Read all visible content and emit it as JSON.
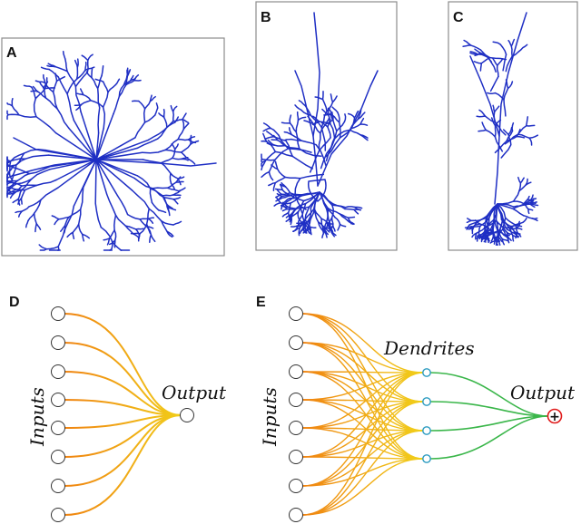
{
  "panels": {
    "a": {
      "label": "A"
    },
    "b": {
      "label": "B"
    },
    "c": {
      "label": "C"
    },
    "d": {
      "label": "D",
      "inputs_label": "Inputs",
      "output_label": "Output",
      "input_count": 8
    },
    "e": {
      "label": "E",
      "inputs_label": "Inputs",
      "dendrites_label": "Dendrites",
      "output_label": "Output",
      "input_count": 8,
      "dendrite_count": 4,
      "output_symbol": "+"
    }
  },
  "colors": {
    "neuron": "#1f2fc4",
    "input_edge_start": "#f07f10",
    "input_edge_end": "#f1d21a",
    "dendrite_edge": "#3ab64a",
    "dendrite_node": "#2b9bc0",
    "output_node": "#e01b1b",
    "frame": "#8c8c8c"
  }
}
